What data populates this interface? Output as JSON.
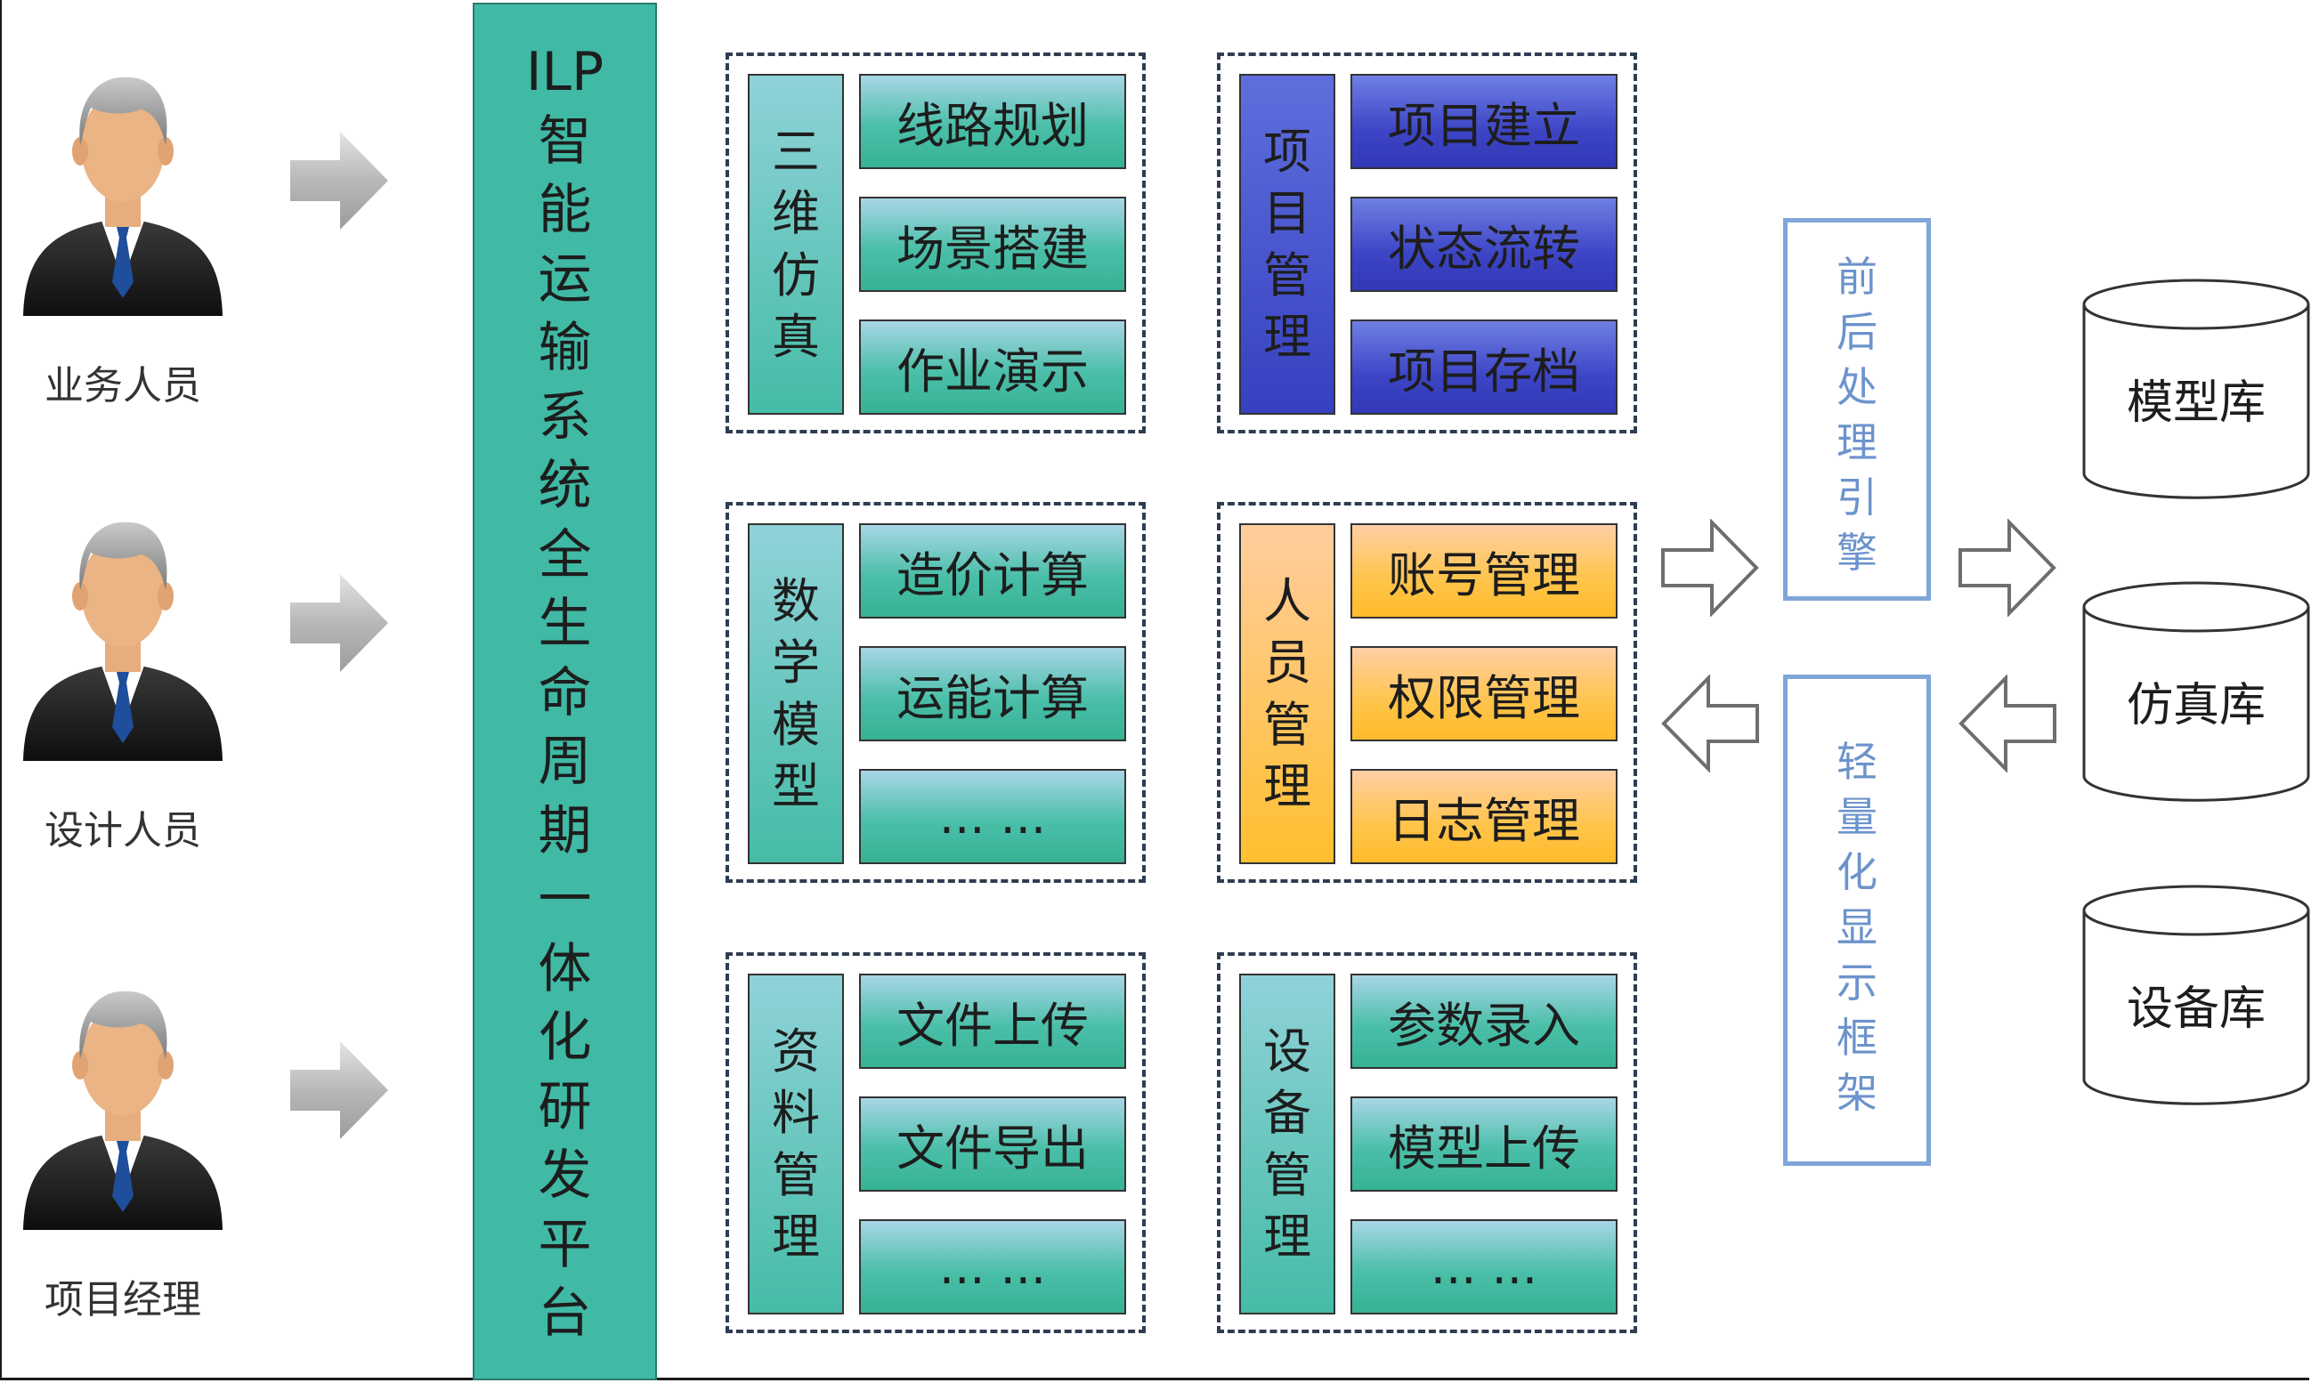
{
  "users": [
    {
      "label": "业务人员"
    },
    {
      "label": "设计人员"
    },
    {
      "label": "项目经理"
    }
  ],
  "platform": {
    "title_chars": [
      "ILP",
      "智",
      "能",
      "运",
      "输",
      "系",
      "统",
      "全",
      "生",
      "命",
      "周",
      "期",
      "一",
      "体",
      "化",
      "研",
      "发",
      "平",
      "台"
    ]
  },
  "groups": [
    {
      "category_chars": [
        "三",
        "维",
        "仿",
        "真"
      ],
      "items": [
        "线路规划",
        "场景搭建",
        "作业演示"
      ],
      "theme": "teal"
    },
    {
      "category_chars": [
        "项",
        "目",
        "管",
        "理"
      ],
      "items": [
        "项目建立",
        "状态流转",
        "项目存档"
      ],
      "theme": "blue"
    },
    {
      "category_chars": [
        "数",
        "学",
        "模",
        "型"
      ],
      "items": [
        "造价计算",
        "运能计算",
        "... ..."
      ],
      "theme": "teal"
    },
    {
      "category_chars": [
        "人",
        "员",
        "管",
        "理"
      ],
      "items": [
        "账号管理",
        "权限管理",
        "日志管理"
      ],
      "theme": "orange"
    },
    {
      "category_chars": [
        "资",
        "料",
        "管",
        "理"
      ],
      "items": [
        "文件上传",
        "文件导出",
        "... ..."
      ],
      "theme": "teal"
    },
    {
      "category_chars": [
        "设",
        "备",
        "管",
        "理"
      ],
      "items": [
        "参数录入",
        "模型上传",
        "... ..."
      ],
      "theme": "teal"
    }
  ],
  "engines": [
    {
      "chars": [
        "前",
        "后",
        "处",
        "理",
        "引",
        "擎"
      ]
    },
    {
      "chars": [
        "轻",
        "量",
        "化",
        "显",
        "示",
        "框",
        "架"
      ]
    }
  ],
  "databases": [
    {
      "label": "模型库"
    },
    {
      "label": "仿真库"
    },
    {
      "label": "设备库"
    }
  ],
  "colors": {
    "platform": "#40b9a5",
    "teal_box": "#36b295",
    "blue_box": "#3238b6",
    "orange_box": "#ffbb2a",
    "engine_border": "#7ea6d8",
    "engine_text": "#6c93cc",
    "dashed_border": "#2f3d52"
  }
}
